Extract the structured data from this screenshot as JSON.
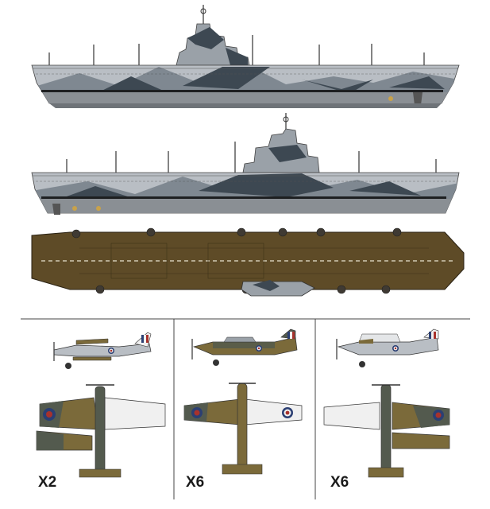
{
  "colors": {
    "camo_light": "#b9bec4",
    "camo_mid": "#7f8891",
    "camo_dark": "#3d4852",
    "hull_lower": "#8a8f94",
    "waterline": "#1d1f21",
    "deck": "#5e4b27",
    "deck_line": "#e8e2cf",
    "roundel_blue": "#2b3f73",
    "roundel_red": "#a8322c",
    "aircraft_brown": "#7b6a3a",
    "aircraft_green": "#535a4e",
    "aircraft_white": "#f0f0f0"
  },
  "panels": [
    {
      "quantity": "X2",
      "aircraft_icon": "biplane-icon"
    },
    {
      "quantity": "X6",
      "aircraft_icon": "monoplane-fighter-icon"
    },
    {
      "quantity": "X6",
      "aircraft_icon": "monoplane-torpedo-bomber-icon"
    }
  ]
}
